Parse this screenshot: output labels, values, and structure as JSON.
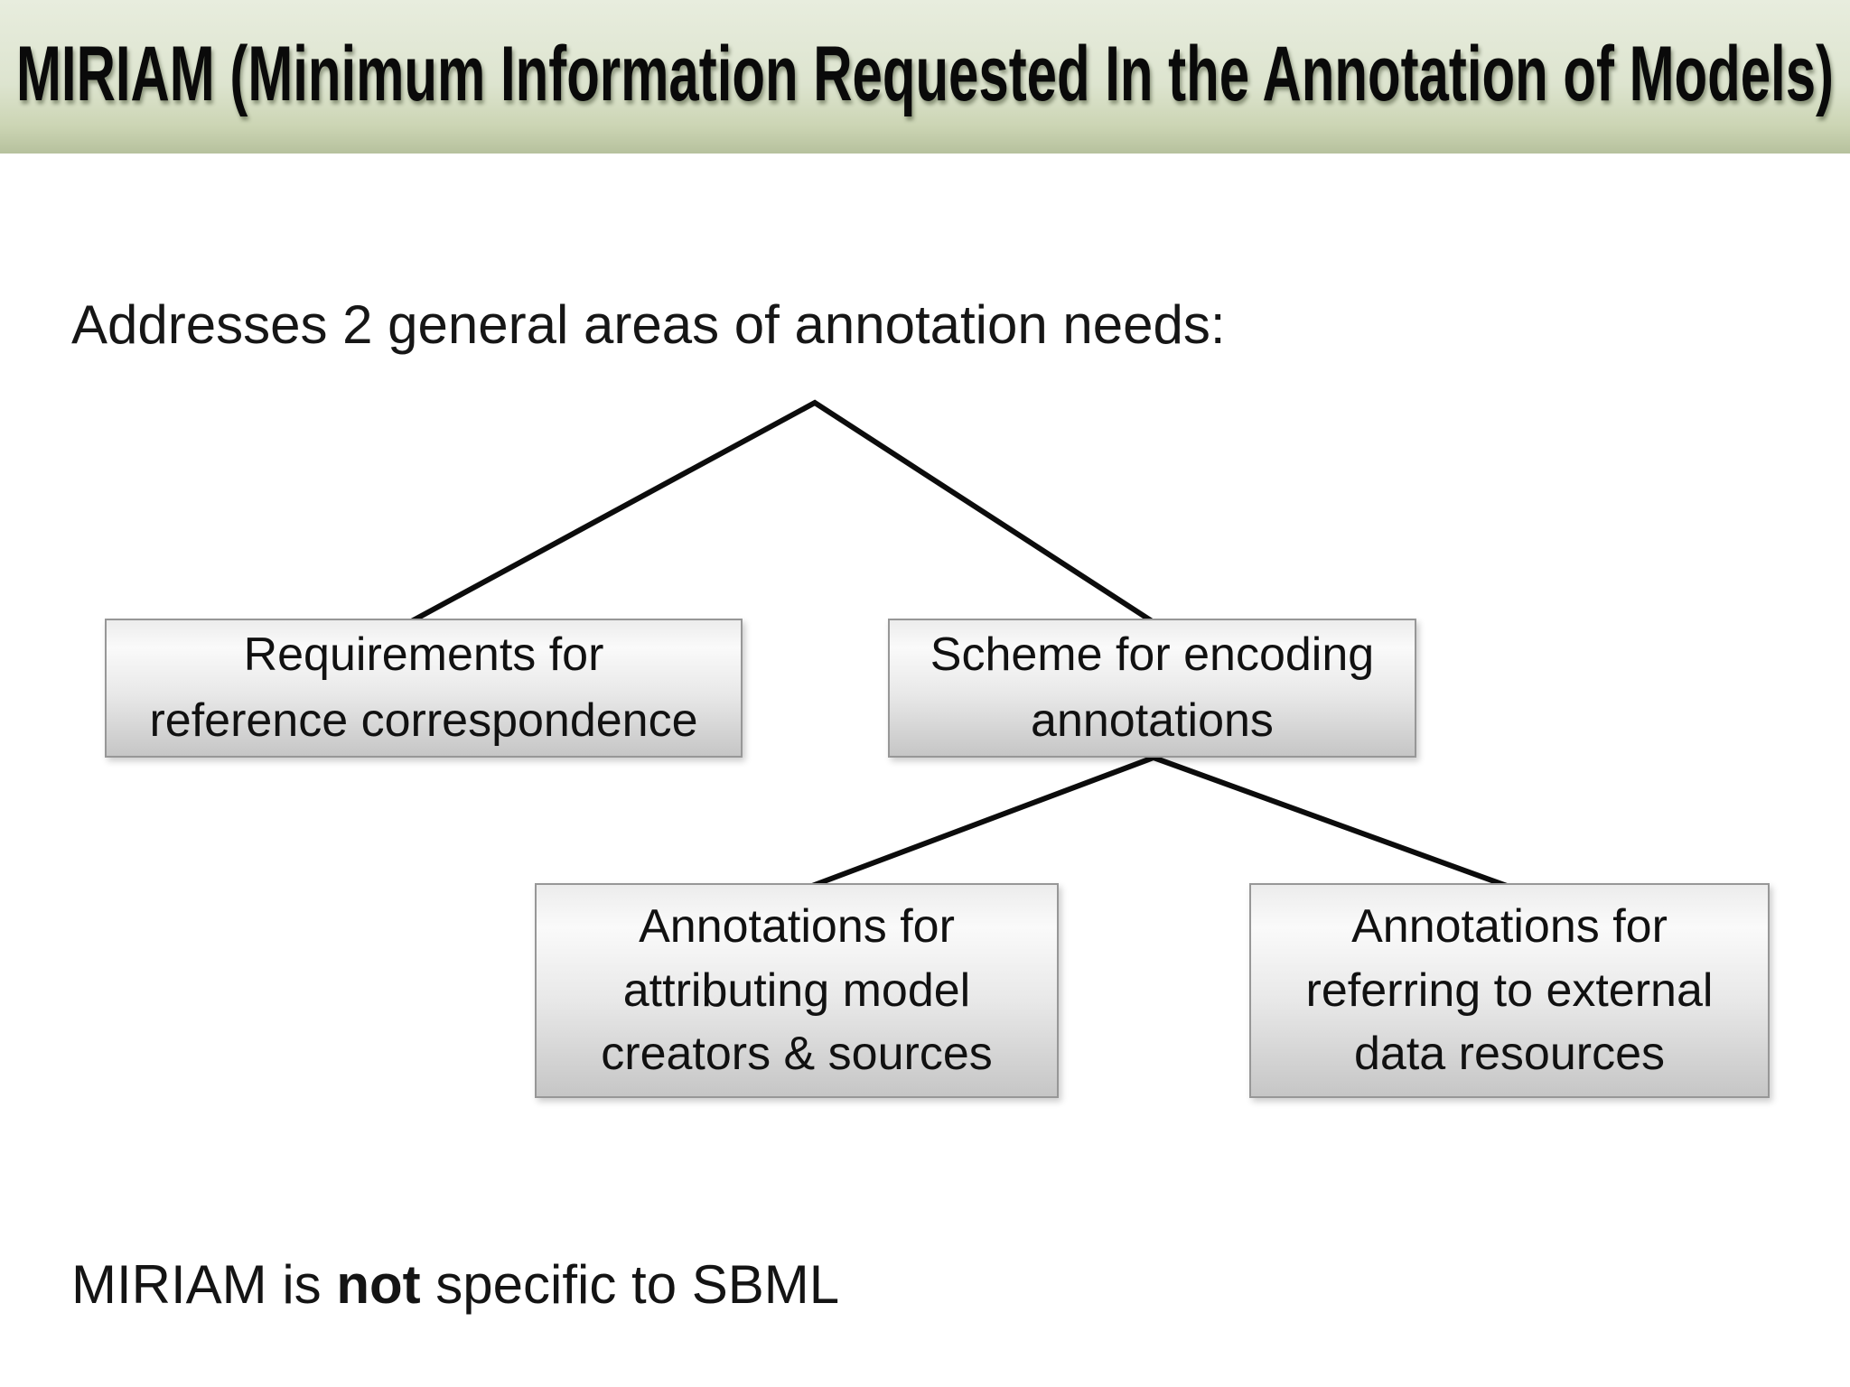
{
  "slide": {
    "title": "MIRIAM (Minimum Information Requested In the Annotation of Models)",
    "intro": "Addresses 2 general areas of annotation needs:",
    "footer": {
      "prefix": "MIRIAM is ",
      "emphasis": "not",
      "suffix": " specific to SBML"
    }
  },
  "tree": {
    "root_left": {
      "line1": "Requirements for",
      "line2": "reference correspondence"
    },
    "root_right": {
      "line1": "Scheme for encoding",
      "line2": "annotations"
    },
    "child_left": {
      "line1": "Annotations for",
      "line2": "attributing model",
      "line3": "creators & sources"
    },
    "child_right": {
      "line1": "Annotations for",
      "line2": "referring to external",
      "line3": "data resources"
    }
  },
  "colors": {
    "header_green_top": "#e8edde",
    "header_green_bottom": "#b6c19d",
    "box_border": "#979797",
    "box_fill_top": "#fafafa",
    "box_fill_bottom": "#c6c6c6",
    "connector_line": "#0c0c0c",
    "text": "#141414"
  }
}
